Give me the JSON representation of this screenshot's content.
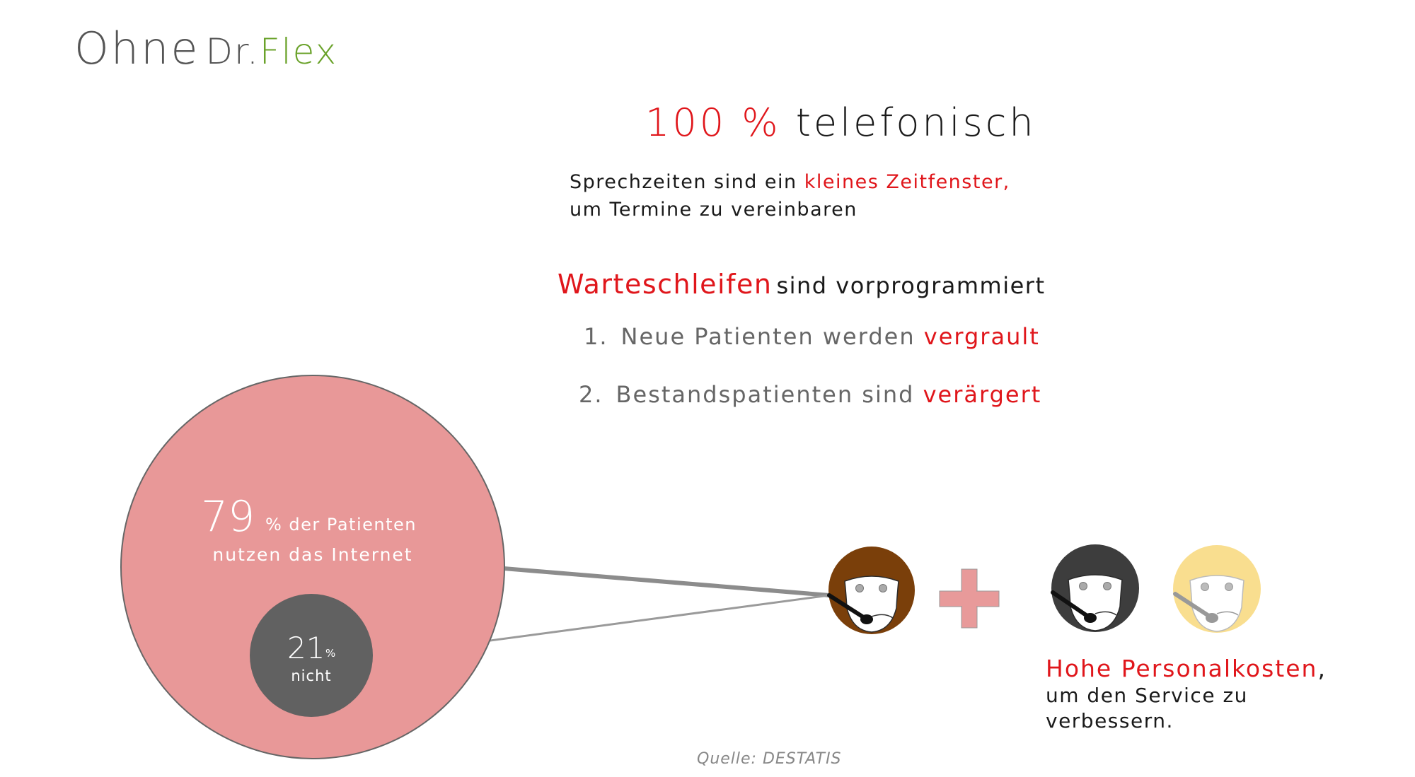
{
  "brand": {
    "ohne": "Ohne",
    "dr": "Dr.",
    "flex": "Flex"
  },
  "headline": {
    "percent": "100 %",
    "rest": " telefonisch"
  },
  "subtext": {
    "line1_start": "Sprechzeiten sind ein ",
    "line1_red": "kleines Zeitfenster,",
    "line2": "um Termine zu vereinbaren"
  },
  "waiting": {
    "red": "Warteschleifen",
    "rest": "sind vorprogrammiert"
  },
  "list": [
    {
      "num": "1.",
      "text": "Neue Patienten werden ",
      "red": "vergrault"
    },
    {
      "num": "2.",
      "text": "Bestandspatienten sind ",
      "red": "verärgert"
    }
  ],
  "big_circle": {
    "number": "79",
    "suffix": "% der Patienten",
    "line2": "nutzen das Internet"
  },
  "small_circle": {
    "number": "21",
    "unit": "%",
    "line2": "nicht"
  },
  "plus_sign": "+",
  "costs": {
    "red": "Hohe Personalkosten",
    "comma": ",",
    "line2": "um den Service zu",
    "line3": "verbessern."
  },
  "source": "Quelle: DESTATIS",
  "colors": {
    "accent_red": "#e0161b",
    "brand_green": "#6aa22a",
    "pink_circle": "#e89898",
    "dark_circle": "#616161",
    "hair_brown": "#7a3f0a",
    "hair_dark": "#3d3d3d",
    "hair_blonde": "#f9de8f",
    "plus_pink": "#e89a9a"
  }
}
